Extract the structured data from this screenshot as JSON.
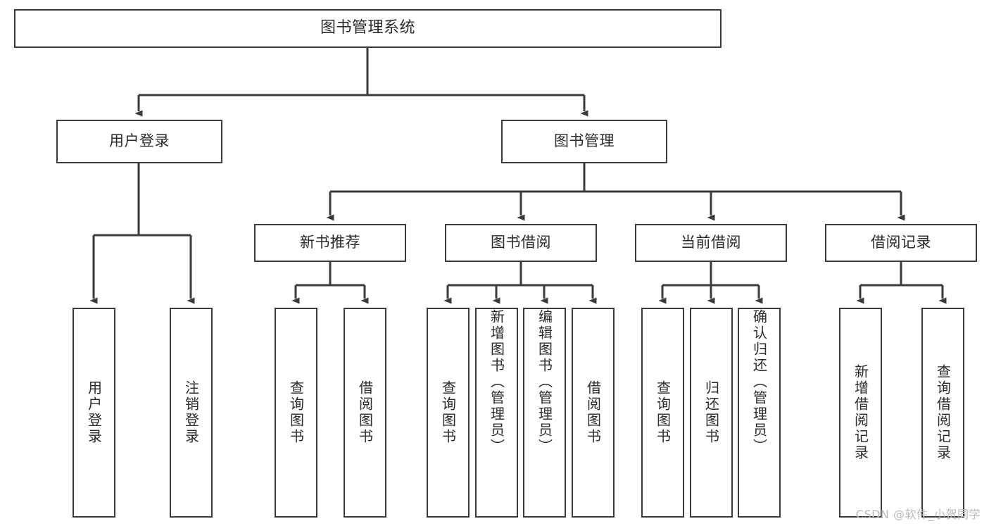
{
  "diagram": {
    "title": "图书管理系统",
    "type": "functional-structure-tree",
    "colors": {
      "box_border": "#3b3b3b",
      "box_fill": "#ffffff",
      "connector": "#3b3b3b",
      "text": "#2b2b2b",
      "watermark": "#b9b9b9",
      "background": "#ffffff"
    },
    "watermark": "CSDN @软件_小贺同学"
  },
  "nodes": {
    "root": {
      "label": "图书管理系统"
    },
    "level1": [
      {
        "id": "user-login",
        "label": "用户登录"
      },
      {
        "id": "book-manage",
        "label": "图书管理"
      }
    ],
    "level2": [
      {
        "id": "new-book-recommend",
        "label": "新书推荐"
      },
      {
        "id": "book-borrow",
        "label": "图书借阅"
      },
      {
        "id": "current-borrow",
        "label": "当前借阅"
      },
      {
        "id": "borrow-record",
        "label": "借阅记录"
      }
    ],
    "leaves": {
      "user_login": [
        {
          "id": "leaf-user-login",
          "label": "用户登录"
        },
        {
          "id": "leaf-logout-login",
          "label": "注销登录"
        }
      ],
      "new_book_recommend": [
        {
          "id": "leaf-query-book-1",
          "label": "查询图书"
        },
        {
          "id": "leaf-borrow-book-1",
          "label": "借阅图书"
        }
      ],
      "book_borrow": [
        {
          "id": "leaf-query-book-2",
          "label": "查询图书"
        },
        {
          "id": "leaf-add-book",
          "label": "新增图书（管理员）"
        },
        {
          "id": "leaf-edit-book",
          "label": "编辑图书（管理员）"
        },
        {
          "id": "leaf-borrow-book-2",
          "label": "借阅图书"
        }
      ],
      "current_borrow": [
        {
          "id": "leaf-query-book-3",
          "label": "查询图书"
        },
        {
          "id": "leaf-return-book",
          "label": "归还图书"
        },
        {
          "id": "leaf-confirm-return",
          "label": "确认归还（管理员）"
        }
      ],
      "borrow_record": [
        {
          "id": "leaf-add-record",
          "label": "新增借阅记录"
        },
        {
          "id": "leaf-query-record",
          "label": "查询借阅记录"
        }
      ]
    }
  }
}
